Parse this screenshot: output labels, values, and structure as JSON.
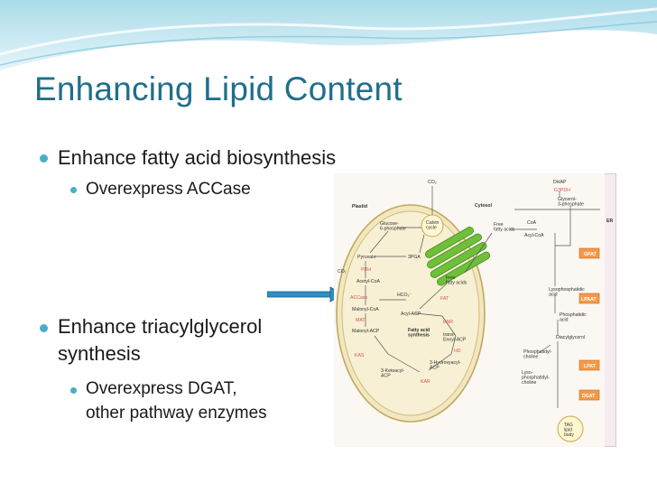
{
  "slide": {
    "title": "Enhancing Lipid Content",
    "bullets": [
      {
        "text": "Enhance fatty acid biosynthesis",
        "sub": [
          "Overexpress ACCase"
        ]
      },
      {
        "text_line1": "Enhance triacylglycerol",
        "text_line2": "synthesis",
        "sub_line1": "Overexpress DGAT,",
        "sub_line2": "other pathway enzymes"
      }
    ]
  },
  "diagram": {
    "labels": {
      "co2_top": "CO₂",
      "dhap": "DHAP",
      "g3pdh": "G3PDH",
      "glycerol3p": "Glycerol-\n3-phosphate",
      "er": "ER",
      "plastid": "Plastid",
      "cytosol": "Cytosol",
      "calvin": "Calvin\ncycle",
      "glucose6p": "Glucose-\n6-phosphate",
      "pga": "3PGA",
      "pyruvate": "Pyruvate",
      "co2_left": "CO₂",
      "pdh": "PDH",
      "acetylcoa": "Acetyl-CoA",
      "hco3": "HCO₃⁻",
      "accase": "ACCase",
      "malonylcoa": "Malonyl-CoA",
      "mat": "MAT",
      "malonylacp": "Malonyl-ACP",
      "kas": "KAS",
      "fas": "Fatty acid\nsynthesis",
      "acylacp": "Acyl-ACP",
      "fat": "FAT",
      "freefa_plastid": "Free\nfatty acids",
      "enr": "ENR",
      "trans_enoyl": "trans-\nEnoyl-ACP",
      "hd": "HD",
      "hydroxyacyl": "3-Hydroxyacyl-\nACP",
      "ketoacyl": "3-Ketoacyl-\nACP",
      "kar": "KAR",
      "freefa_cyt": "Free\nfatty acids",
      "coa": "CoA",
      "acylcoa": "Acyl-CoA",
      "gpat": "GPAT",
      "lysopa": "Lysophosphatidic\nacid",
      "lpaat": "LPAAT",
      "pa": "Phosphatidic\nacid",
      "dag": "Diacylglycerol",
      "pc": "Phosphatidyl-\ncholine",
      "lpc": "Lyso-\nphosphatidyl-\ncholine",
      "lpat": "LPAT",
      "dgat": "DGAT",
      "tag": "TAG\nlipid\nbody"
    }
  },
  "colors": {
    "title": "#1f6f8b",
    "bullet_dot": "#48aeca",
    "arrow": "#2f8fc0",
    "enzyme_box": "#f39a4a",
    "plastid_fill": "#f5ecc6",
    "plastid_border": "#c9b86a",
    "chloroplast": "#6fbf3a"
  }
}
